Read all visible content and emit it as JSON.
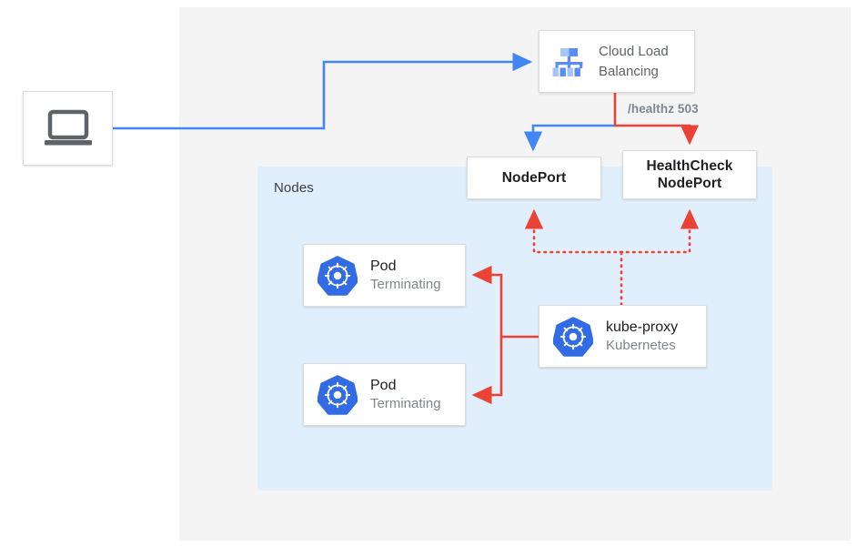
{
  "diagram": {
    "region_label": "Nodes",
    "edge_label": "/healthz 503",
    "colors": {
      "blue": "#4285f4",
      "red": "#ea4335",
      "panel": "#f4f4f4",
      "nodes_region": "#e1eefb",
      "k8s_blue": "#326ce5",
      "icon_gray": "#5f6368"
    },
    "client": {
      "icon": "laptop-icon"
    },
    "load_balancer": {
      "icon": "cloud-load-balancing-icon",
      "title_line1": "Cloud Load",
      "title_line2": "Balancing"
    },
    "nodeport": {
      "label": "NodePort"
    },
    "healthcheck_nodeport": {
      "label_line1": "HealthCheck",
      "label_line2": "NodePort"
    },
    "pods": [
      {
        "icon": "kubernetes-icon",
        "title": "Pod",
        "subtitle": "Terminating"
      },
      {
        "icon": "kubernetes-icon",
        "title": "Pod",
        "subtitle": "Terminating"
      }
    ],
    "kube_proxy": {
      "icon": "kubernetes-icon",
      "title": "kube-proxy",
      "subtitle": "Kubernetes"
    }
  }
}
